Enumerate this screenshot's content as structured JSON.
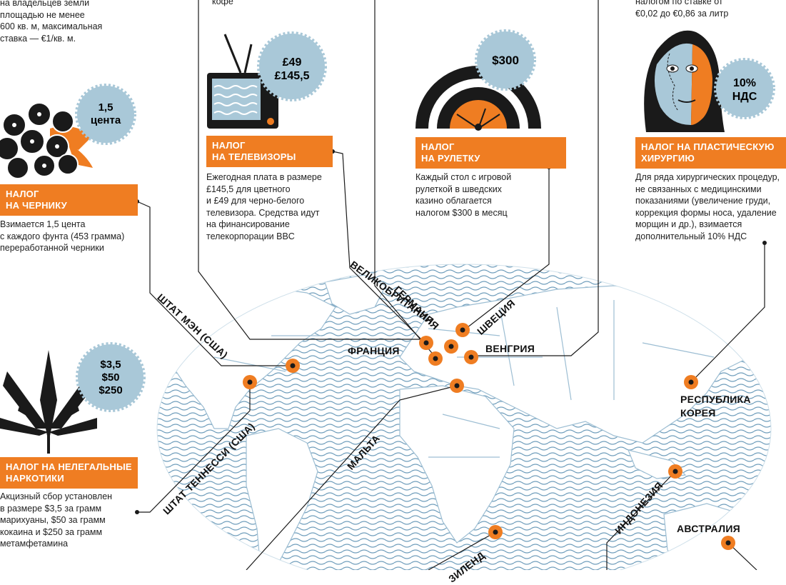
{
  "colors": {
    "orange": "#ef7d22",
    "badge": "#a9c8d8",
    "map_blue": "#5d8fb0",
    "black": "#1a1a1a"
  },
  "top_fragments": {
    "left": "на владельцев земли\nплощадью не менее\n600 кв. м, максимальная\nставка — €1/кв. м.",
    "coffee": "кофе",
    "right": "налогом по ставке от\n€0,02 до €0,86 за литр"
  },
  "items": [
    {
      "id": "tv",
      "badge": [
        "£49",
        "£145,5"
      ],
      "label": "НАЛОГ\nНА ТЕЛЕВИЗОРЫ",
      "desc": "Ежегодная плата в размере\n£145,5 для цветного\nи £49 для черно-белого\nтелевизора. Средства идут\nна финансирование\nтелекорпорации BBC",
      "icon": "tv-icon"
    },
    {
      "id": "roulette",
      "badge": [
        "$300"
      ],
      "label": "НАЛОГ\nНА РУЛЕТКУ",
      "desc": "Каждый стол с игровой\nрулеткой в шведских\nказино облагается\nналогом $300 в месяц",
      "icon": "roulette-icon"
    },
    {
      "id": "surgery",
      "badge": [
        "10%",
        "НДС"
      ],
      "label": "НАЛОГ НА ПЛАСТИЧЕСКУЮ\nХИРУРГИЮ",
      "desc": "Для ряда хирургических процедур,\nне связанных с медицинскими\nпоказаниями (увеличение груди,\nкоррекция формы носа, удаление\nморщин и др.), взимается\nдополнительный 10% НДС",
      "icon": "face-icon"
    },
    {
      "id": "blueberry",
      "badge": [
        "1,5",
        "цента"
      ],
      "label": "НАЛОГ\nНА ЧЕРНИКУ",
      "desc": "Взимается 1,5 цента\nс каждого фунта (453 грамма)\nпереработанной черники",
      "icon": "blueberry-icon"
    },
    {
      "id": "drugs",
      "badge": [
        "$3,5",
        "$50",
        "$250"
      ],
      "label": "НАЛОГ НА НЕЛЕГАЛЬНЫЕ\nНАРКОТИКИ",
      "desc": "Акцизный сбор установлен\nв размере $3,5 за грамм\nмарихуаны, $50 за грамм\nкокаина и $250 за грамм\nметамфетамина",
      "icon": "cannabis-leaf-icon"
    }
  ],
  "countries": {
    "uk": "ВЕЛИКОБРИТАНИЯ",
    "germany": "ГЕРМАНИЯ",
    "sweden": "ШВЕЦИЯ",
    "france": "ФРАНЦИЯ",
    "hungary": "ВЕНГРИЯ",
    "maine": "ШТАТ МЭН (США)",
    "tennessee": "ШТАТ ТЕННЕССИ (США)",
    "malta": "МАЛЬТА",
    "korea": "РЕСПУБЛИКА\nКОРЕЯ",
    "indonesia": "ИНДОНЕЗИЯ",
    "australia": "АВСТРАЛИЯ",
    "zealand": "ЗИЛЕНД"
  }
}
